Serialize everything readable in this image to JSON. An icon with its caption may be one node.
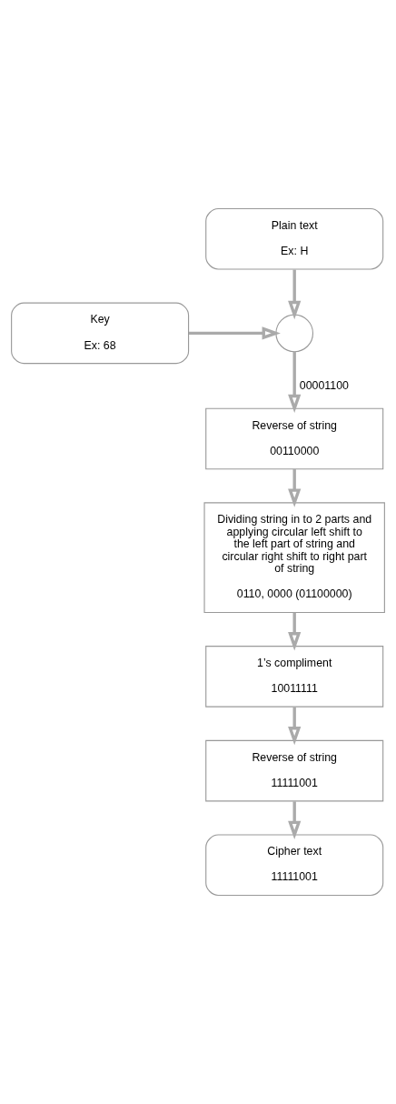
{
  "diagram": {
    "nodes": [
      {
        "text": [
          "Plain text",
          "Ex: H"
        ]
      },
      {
        "text": [
          "Key",
          "Ex: 68"
        ]
      },
      {
        "text": [],
        "shape": "circle"
      },
      {
        "text": [
          "Reverse of string",
          "00110000"
        ]
      },
      {
        "text": [
          "Dividing string in to 2 parts and applying circular left shift to the left part of string and circular right shift to right part of string",
          "0110, 0000 (01100000)"
        ]
      },
      {
        "text": [
          "1’s compliment",
          "10011111"
        ]
      },
      {
        "text": [
          "Reverse of string",
          "11111001"
        ]
      },
      {
        "text": [
          "Cipher text",
          "11111001"
        ]
      }
    ],
    "edges": [
      {
        "from": 0,
        "to": 2,
        "arrow": "to"
      },
      {
        "from": 1,
        "to": 2,
        "arrow": "to"
      },
      {
        "from": 2,
        "to": 3,
        "arrow": "to",
        "label": "00001100"
      },
      {
        "from": 3,
        "to": 4,
        "arrow": "to"
      },
      {
        "from": 4,
        "to": 5,
        "arrow": "to"
      },
      {
        "from": 5,
        "to": 6,
        "arrow": "to"
      },
      {
        "from": 6,
        "to": 7,
        "arrow": "to"
      }
    ]
  }
}
